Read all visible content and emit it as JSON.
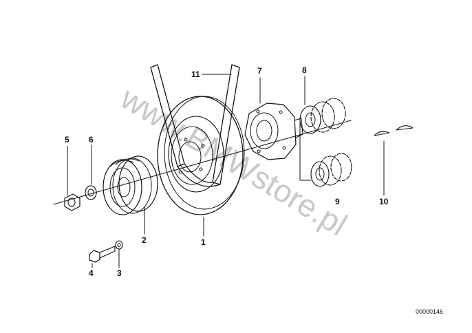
{
  "watermark": "www.BMWstore.pl",
  "diagram_code": "00000146",
  "labels": {
    "p1": "1",
    "p2": "2",
    "p3": "3",
    "p4": "4",
    "p5": "5",
    "p6": "6",
    "p7": "7",
    "p8": "8",
    "p9": "9",
    "p10": "10",
    "p11": "11"
  }
}
